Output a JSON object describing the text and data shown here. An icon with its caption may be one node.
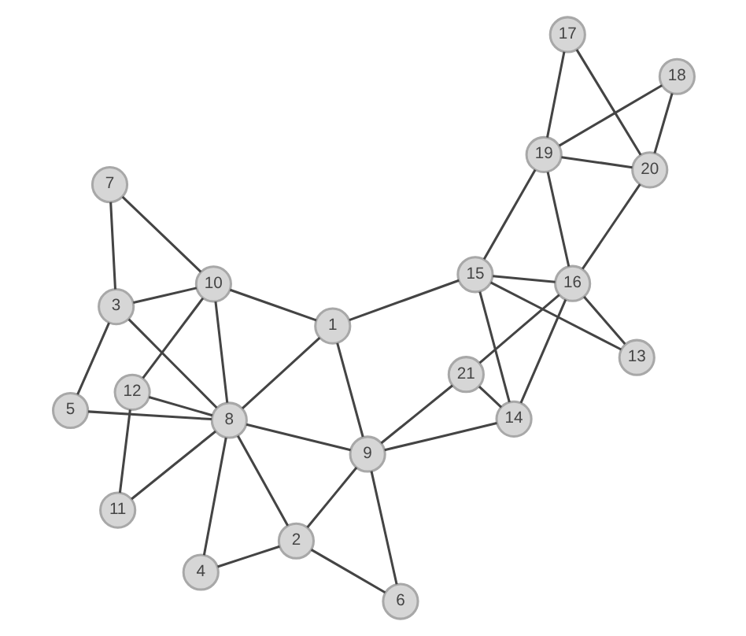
{
  "diagram": {
    "nodes": [
      {
        "text": [
          "20"
        ]
      },
      {
        "text": [
          "19"
        ]
      },
      {
        "text": [
          "6"
        ]
      },
      {
        "text": [
          "21"
        ]
      },
      {
        "text": [
          "18"
        ]
      },
      {
        "text": [
          "9"
        ]
      },
      {
        "text": [
          "16"
        ]
      },
      {
        "text": [
          "17"
        ]
      },
      {
        "text": [
          "2"
        ]
      },
      {
        "text": [
          "14"
        ]
      },
      {
        "text": [
          "4"
        ]
      },
      {
        "text": [
          "13"
        ]
      },
      {
        "text": [
          "8"
        ]
      },
      {
        "text": [
          "15"
        ]
      },
      {
        "text": [
          "1"
        ]
      },
      {
        "text": [
          "11"
        ]
      },
      {
        "text": [
          "12"
        ]
      },
      {
        "text": [
          "7"
        ]
      },
      {
        "text": [
          "10"
        ]
      },
      {
        "text": [
          "5"
        ]
      },
      {
        "text": [
          "3"
        ]
      }
    ],
    "edges": [
      {
        "from": 0,
        "to": 4,
        "arrow": "none"
      },
      {
        "from": 0,
        "to": 1,
        "arrow": "none"
      },
      {
        "from": 0,
        "to": 6,
        "arrow": "none"
      },
      {
        "from": 0,
        "to": 7,
        "arrow": "none"
      },
      {
        "from": 1,
        "to": 4,
        "arrow": "none"
      },
      {
        "from": 1,
        "to": 6,
        "arrow": "none"
      },
      {
        "from": 1,
        "to": 7,
        "arrow": "none"
      },
      {
        "from": 1,
        "to": 13,
        "arrow": "none"
      },
      {
        "from": 3,
        "to": 5,
        "arrow": "none"
      },
      {
        "from": 3,
        "to": 9,
        "arrow": "none"
      },
      {
        "from": 3,
        "to": 6,
        "arrow": "none"
      },
      {
        "from": 6,
        "to": 9,
        "arrow": "none"
      },
      {
        "from": 6,
        "to": 13,
        "arrow": "none"
      },
      {
        "from": 6,
        "to": 11,
        "arrow": "none"
      },
      {
        "from": 9,
        "to": 13,
        "arrow": "none"
      },
      {
        "from": 9,
        "to": 5,
        "arrow": "none"
      },
      {
        "from": 13,
        "to": 11,
        "arrow": "none"
      },
      {
        "from": 13,
        "to": 14,
        "arrow": "none"
      },
      {
        "from": 2,
        "to": 5,
        "arrow": "none"
      },
      {
        "from": 2,
        "to": 8,
        "arrow": "none"
      },
      {
        "from": 8,
        "to": 5,
        "arrow": "none"
      },
      {
        "from": 8,
        "to": 12,
        "arrow": "none"
      },
      {
        "from": 8,
        "to": 10,
        "arrow": "none"
      },
      {
        "from": 10,
        "to": 12,
        "arrow": "none"
      },
      {
        "from": 5,
        "to": 12,
        "arrow": "none"
      },
      {
        "from": 5,
        "to": 14,
        "arrow": "none"
      },
      {
        "from": 12,
        "to": 14,
        "arrow": "none"
      },
      {
        "from": 12,
        "to": 15,
        "arrow": "none"
      },
      {
        "from": 12,
        "to": 16,
        "arrow": "none"
      },
      {
        "from": 12,
        "to": 18,
        "arrow": "none"
      },
      {
        "from": 12,
        "to": 20,
        "arrow": "none"
      },
      {
        "from": 12,
        "to": 19,
        "arrow": "none"
      },
      {
        "from": 15,
        "to": 16,
        "arrow": "none"
      },
      {
        "from": 16,
        "to": 18,
        "arrow": "none"
      },
      {
        "from": 18,
        "to": 14,
        "arrow": "none"
      },
      {
        "from": 18,
        "to": 17,
        "arrow": "none"
      },
      {
        "from": 18,
        "to": 20,
        "arrow": "none"
      },
      {
        "from": 17,
        "to": 20,
        "arrow": "none"
      },
      {
        "from": 20,
        "to": 19,
        "arrow": "none"
      }
    ]
  }
}
